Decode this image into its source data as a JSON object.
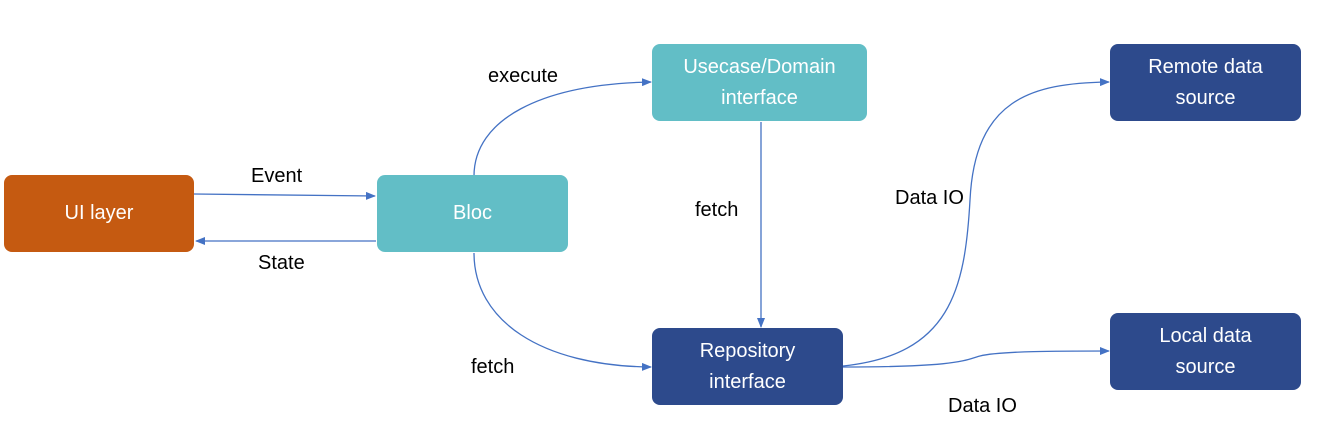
{
  "colors": {
    "ui_layer_fill": "#C55A11",
    "light_node_fill": "#62BEC6",
    "dark_node_fill": "#2D4A8C",
    "edge_stroke": "#4472C4"
  },
  "nodes": {
    "ui_layer": "UI layer",
    "bloc": "Bloc",
    "usecase": "Usecase/Domain\ninterface",
    "repository": "Repository\ninterface",
    "remote_data_source": "Remote data\nsource",
    "local_data_source": "Local data\nsource"
  },
  "edges": {
    "event": "Event",
    "state": "State",
    "execute": "execute",
    "fetch_domain": "fetch",
    "fetch_bloc": "fetch",
    "data_io_remote": "Data IO",
    "data_io_local": "Data IO"
  }
}
